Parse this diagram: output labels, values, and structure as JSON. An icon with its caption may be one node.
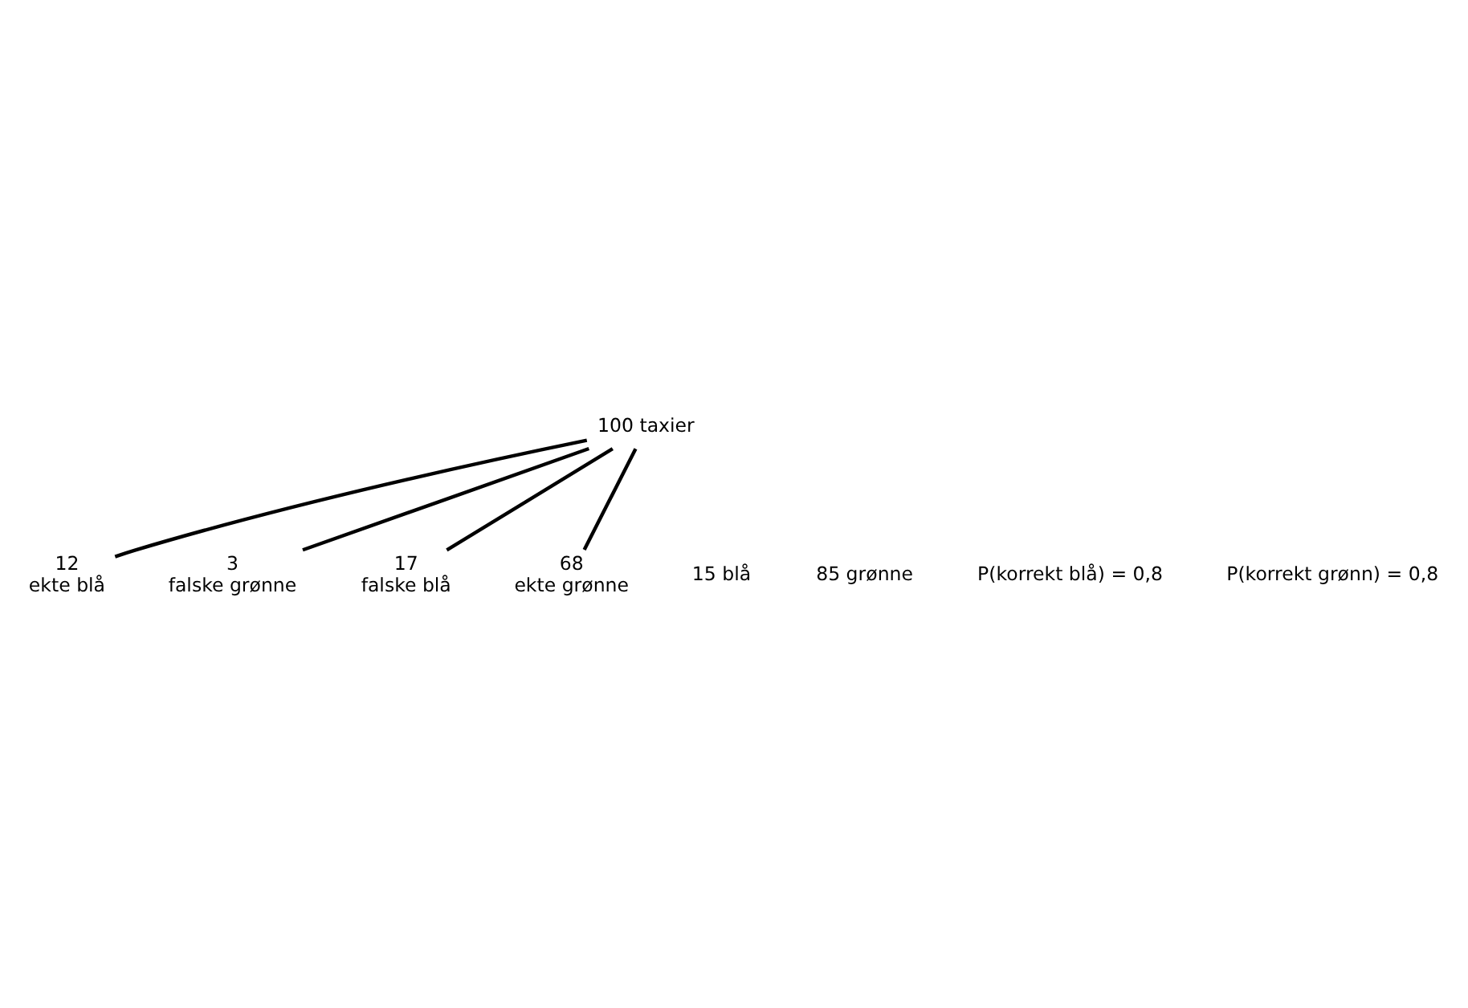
{
  "diagram": {
    "nodes": [
      {
        "text": [
          "100 taxier"
        ]
      },
      {
        "text": [
          "12",
          "ekte blå"
        ]
      },
      {
        "text": [
          "3",
          "falske grønne"
        ]
      },
      {
        "text": [
          "17",
          "falske blå"
        ]
      },
      {
        "text": [
          "68",
          "ekte grønne"
        ]
      }
    ],
    "edges": [
      {
        "from": 0,
        "to": 1,
        "arrow": "none"
      },
      {
        "from": 0,
        "to": 2,
        "arrow": "none"
      },
      {
        "from": 0,
        "to": 3,
        "arrow": "none"
      },
      {
        "from": 0,
        "to": 4,
        "arrow": "none"
      }
    ],
    "labels": [
      "15 blå",
      "85 grønne",
      "P(korrekt blå) = 0,8",
      "P(korrekt grønn) = 0,8"
    ]
  }
}
